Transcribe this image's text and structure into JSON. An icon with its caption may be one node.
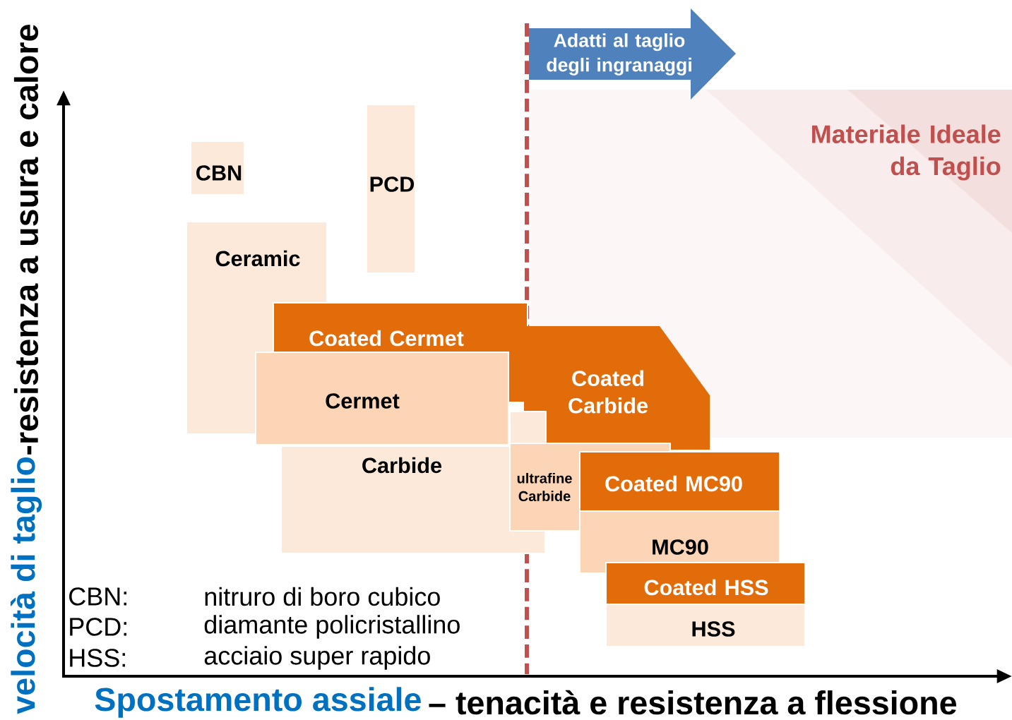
{
  "diagram": {
    "nodes": [
      {
        "text": [
          "CBN"
        ]
      },
      {
        "text": [
          "PCD"
        ]
      },
      {
        "text": [
          "Ceramic"
        ]
      },
      {
        "text": [
          "Coated Cermet"
        ]
      },
      {
        "text": [
          "Cermet"
        ]
      },
      {
        "text": [
          "Carbide"
        ]
      },
      {
        "text": [
          "Coated Carbide"
        ]
      },
      {
        "text": [],
        "shape": "box"
      },
      {
        "text": [
          "ultrafine Carbide"
        ]
      },
      {
        "text": [
          "Coated MC90"
        ]
      },
      {
        "text": [
          "MC90"
        ]
      },
      {
        "text": [
          "Coated HSS"
        ]
      },
      {
        "text": [
          "HSS"
        ]
      },
      {
        "text": [
          "Adatti al taglio degli ingranaggi"
        ]
      }
    ],
    "labels": [
      "Materiale Ideale da Taglio",
      "CBN:",
      "nitruro di boro cubico",
      "PCD:",
      "diamante policristallino",
      "HSS:",
      "acciaio super rapido",
      "velocità di taglio",
      "-resistenza a usura e calore",
      "Spostamento assiale",
      "– tenacità e resistenza a flessione"
    ]
  }
}
